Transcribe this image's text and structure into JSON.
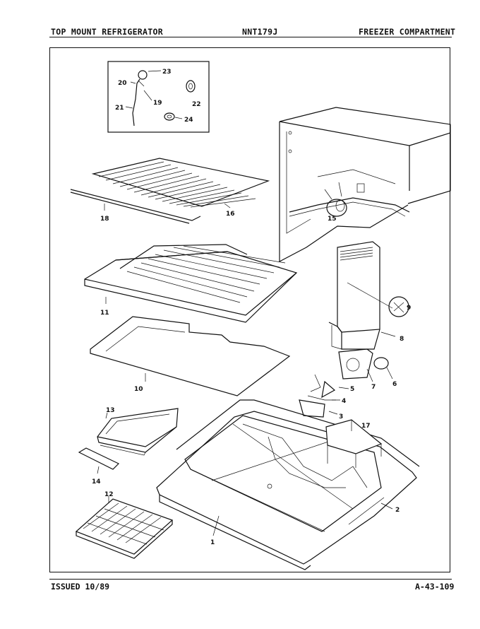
{
  "header": {
    "left": "TOP MOUNT REFRIGERATOR",
    "center": "NNT179J",
    "right": "FREEZER COMPARTMENT"
  },
  "footer": {
    "left": "ISSUED 10/89",
    "right": "A-43-109"
  },
  "callouts": {
    "c1": "1",
    "c2": "2",
    "c3": "3",
    "c4": "4",
    "c5": "5",
    "c6": "6",
    "c7": "7",
    "c8": "8",
    "c9": "9",
    "c10": "10",
    "c11": "11",
    "c12": "12",
    "c13": "13",
    "c14": "14",
    "c15": "15",
    "c16": "16",
    "c17": "17",
    "c18": "18",
    "c19": "19",
    "c20": "20",
    "c21": "21",
    "c22": "22",
    "c23": "23",
    "c24": "24"
  }
}
